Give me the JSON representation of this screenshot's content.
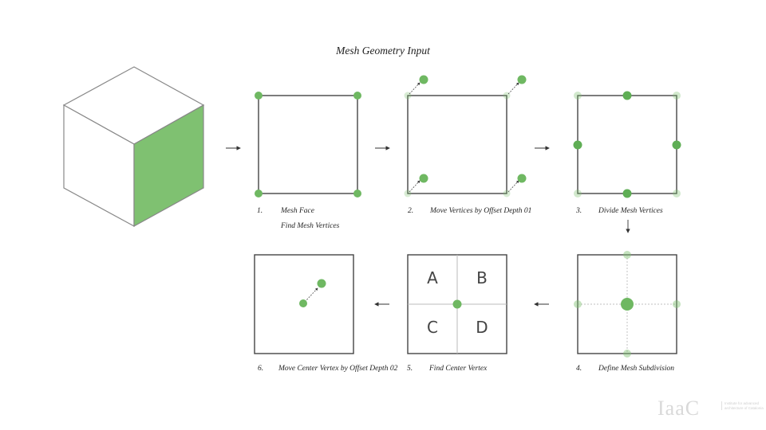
{
  "title": "Mesh Geometry Input",
  "colors": {
    "green": "#7fc171",
    "green_dark": "#5fae55",
    "line": "#444444",
    "guide": "#cccccc"
  },
  "steps": [
    {
      "num": "1.",
      "label": "Mesh Face",
      "sublabel": "Find Mesh Vertices"
    },
    {
      "num": "2.",
      "label": "Move Vertices by Offset Depth 01"
    },
    {
      "num": "3.",
      "label": "Divide Mesh Vertices"
    },
    {
      "num": "4.",
      "label": "Define Mesh Subdivision"
    },
    {
      "num": "5.",
      "label": "Find Center Vertex"
    },
    {
      "num": "6.",
      "label": "Move Center Vertex by Offset Depth 02"
    }
  ],
  "quadrants": [
    "A",
    "B",
    "C",
    "D"
  ],
  "logo": {
    "text": "IaaC",
    "subtitle": "Institute for advanced architecture of Catalonia"
  }
}
